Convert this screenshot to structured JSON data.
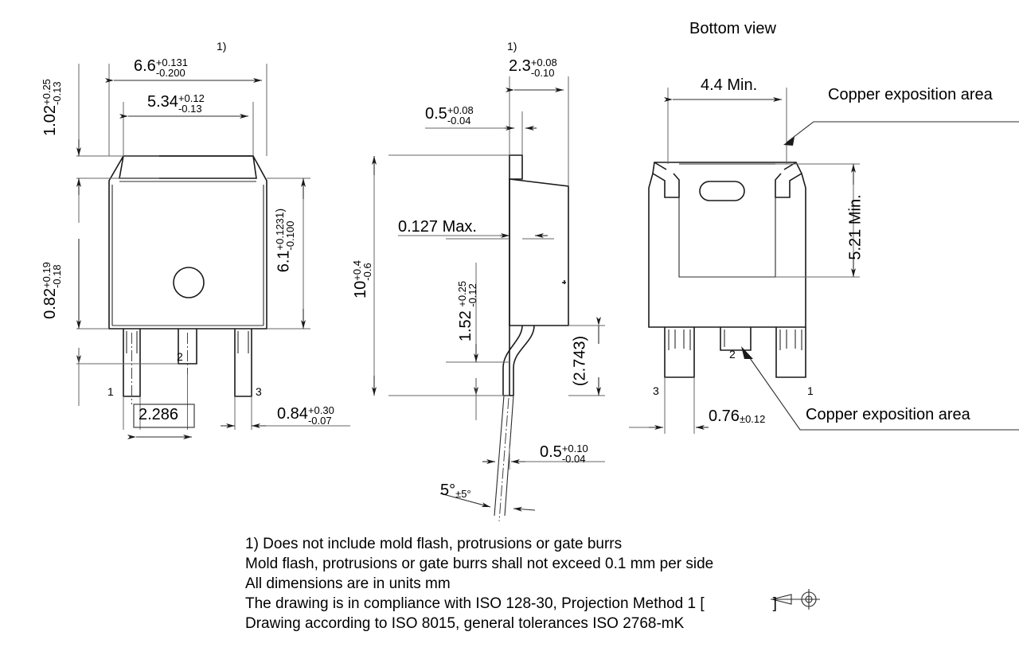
{
  "drawing": {
    "title_bottom_view": "Bottom view",
    "units_note": "All dimensions are in units mm",
    "views": {
      "front": {
        "name": "front-view"
      },
      "side": {
        "name": "side-view"
      },
      "bottom": {
        "name": "bottom-view"
      }
    }
  },
  "dimensions": {
    "front": {
      "height_total": {
        "value": "1.02",
        "tol_plus": "+0.25",
        "tol_minus": "-0.13"
      },
      "shoulder_height": {
        "value": "0.82",
        "tol_plus": "+0.19",
        "tol_minus": "-0.18"
      },
      "body_width_outer": {
        "value": "6.6",
        "tol_plus": "+0.131",
        "tol_minus": "-0.200",
        "note_ref": "1)"
      },
      "body_width_inner": {
        "value": "5.34",
        "tol_plus": "+0.12",
        "tol_minus": "-0.13"
      },
      "body_height": {
        "value": "6.1",
        "tol_plus": "+0.123",
        "tol_minus": "-0.100",
        "note_ref": "1)"
      },
      "lead_pitch": {
        "value": "2.286",
        "boxed": true
      },
      "lead_width": {
        "value": "0.84",
        "tol_plus": "+0.30",
        "tol_minus": "-0.07"
      },
      "pin_labels": [
        "1",
        "2",
        "3"
      ]
    },
    "side": {
      "tab_thickness": {
        "value": "2.3",
        "tol_plus": "+0.08",
        "tol_minus": "-0.10",
        "note_ref": "1)"
      },
      "tab_step": {
        "value": "0.5",
        "tol_plus": "+0.08",
        "tol_minus": "-0.04"
      },
      "coplanarity": {
        "value": "0.127 Max."
      },
      "overall_length": {
        "value": "10",
        "tol_plus": "+0.4",
        "tol_minus": "-0.6"
      },
      "lead_bend_height": {
        "value": "1.52",
        "tol_plus": "+0.25",
        "tol_minus": "-0.12"
      },
      "standoff_ref": {
        "value": "(2.743)"
      },
      "lead_thickness": {
        "value": "0.5",
        "tol_plus": "+0.10",
        "tol_minus": "-0.04"
      },
      "lead_angle": {
        "value": "5°",
        "tol": "±5°"
      }
    },
    "bottom": {
      "copper_width": {
        "value": "4.4 Min."
      },
      "copper_height": {
        "value": "5.21 Min."
      },
      "lead_width": {
        "value": "0.76",
        "tol": "±0.12"
      },
      "callout_top": "Copper exposition area",
      "callout_bottom": "Copper exposition area",
      "pin_labels": [
        "3",
        "2",
        "1"
      ]
    }
  },
  "notes": [
    "1) Does not include mold flash, protrusions or gate burrs",
    "Mold flash, protrusions or gate burrs shall not exceed 0.1 mm per side",
    "All dimensions are in units mm",
    "Drawing according to ISO 8015, general tolerances ISO 2768-mK"
  ],
  "note_projection": {
    "prefix": "The drawing is in compliance with ISO 128-30, Projection Method 1 [",
    "suffix": "]"
  },
  "colors": {
    "line": "#1a1a1a",
    "dimension": "#2b2b2b",
    "extension": "#666666",
    "background": "#ffffff"
  }
}
